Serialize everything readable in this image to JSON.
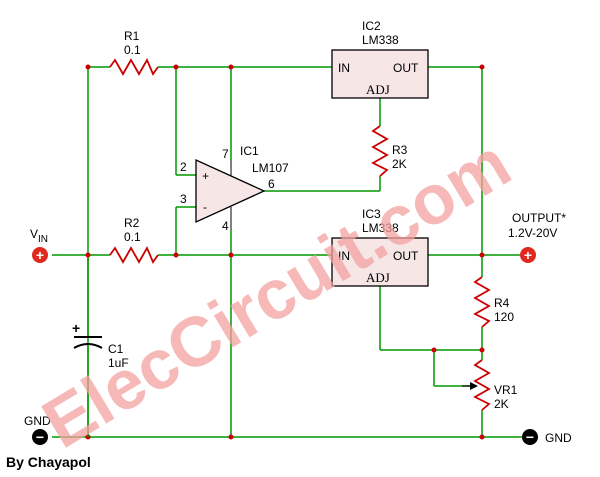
{
  "r1": {
    "name": "R1",
    "value": "0.1"
  },
  "r2": {
    "name": "R2",
    "value": "0.1"
  },
  "r3": {
    "name": "R3",
    "value": "2K"
  },
  "r4": {
    "name": "R4",
    "value": "120"
  },
  "vr1": {
    "name": "VR1",
    "value": "2K"
  },
  "c1": {
    "name": "C1",
    "value": "1uF",
    "polarity": "+"
  },
  "ic1": {
    "name": "IC1",
    "part": "LM107",
    "pin2": "2",
    "pin3": "3",
    "pin4": "4",
    "pin6": "6",
    "pin7": "7",
    "plus": "+",
    "minus": "-"
  },
  "ic2": {
    "name": "IC2",
    "part": "LM338",
    "in": "IN",
    "out": "OUT",
    "adj": "ADJ"
  },
  "ic3": {
    "name": "IC3",
    "part": "LM338",
    "in": "IN",
    "out": "OUT",
    "adj": "ADJ"
  },
  "vin": {
    "label_main": "V",
    "label_sub": "IN"
  },
  "output": {
    "label": "OUTPUT*",
    "range": "1.2V-20V"
  },
  "gnd_left": "GND",
  "gnd_right": "GND",
  "terminal": {
    "plus": "+",
    "minus": "−"
  },
  "author": "By Chayapol",
  "watermark": "ElecCircuit.com",
  "colors": {
    "wire": "#009900",
    "resistor": "#cc0000",
    "terminal": "#e0281e",
    "watermark": "#f4a0a0",
    "ic_fill": "#f6e6e6"
  }
}
